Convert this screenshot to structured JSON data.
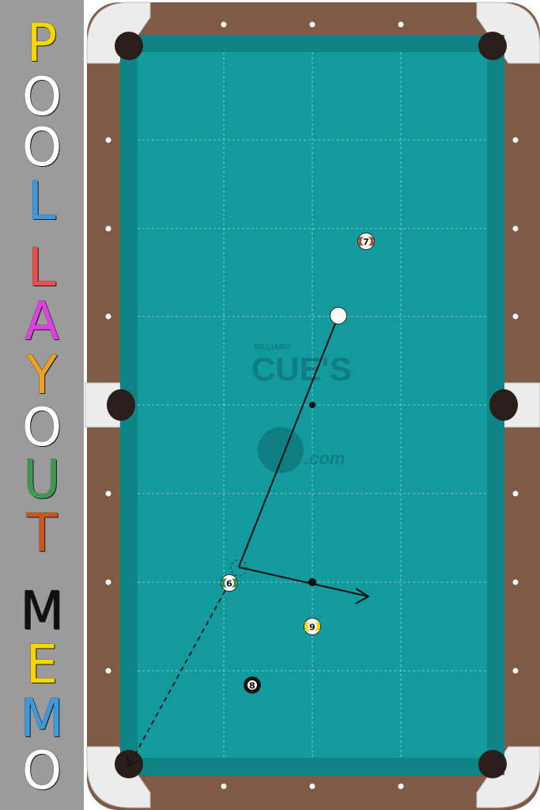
{
  "app": {
    "title_letters": [
      {
        "char": "P",
        "color": "#f5d800"
      },
      {
        "char": "O",
        "color": "#ffffff"
      },
      {
        "char": "O",
        "color": "#ffffff"
      },
      {
        "char": "L",
        "color": "#3b9be0"
      },
      {
        "char": "L",
        "color": "#ee4d4d"
      },
      {
        "char": "A",
        "color": "#e040e0"
      },
      {
        "char": "Y",
        "color": "#f0a020"
      },
      {
        "char": "O",
        "color": "#ffffff"
      },
      {
        "char": "U",
        "color": "#3a9a50"
      },
      {
        "char": "T",
        "color": "#c8581c"
      },
      {
        "char": "M",
        "color": "#111111"
      },
      {
        "char": "E",
        "color": "#f5d800"
      },
      {
        "char": "M",
        "color": "#3b9be0"
      },
      {
        "char": "O",
        "color": "#ffffff"
      }
    ]
  },
  "table": {
    "felt_color": "#139a9c",
    "rail_color": "#7f5a44",
    "watermark": {
      "small": "BILLIARD",
      "main": "CUE'S",
      "suffix": ".com"
    }
  },
  "balls": [
    {
      "id": "cue",
      "label": "",
      "kind": "cue",
      "color": "#ffffff"
    },
    {
      "id": "ball-7",
      "label": "7",
      "kind": "stripe",
      "color": "#a0522d"
    },
    {
      "id": "ball-6",
      "label": "6",
      "kind": "stripe",
      "color": "#2e8b57"
    },
    {
      "id": "ball-9",
      "label": "9",
      "kind": "stripe",
      "color": "#f5d800"
    },
    {
      "id": "ball-8",
      "label": "8",
      "kind": "solid",
      "color": "#111111"
    }
  ],
  "shot": {
    "cue_path": "solid",
    "object_path": "dashed",
    "cue_follow": "solid-arrow"
  }
}
